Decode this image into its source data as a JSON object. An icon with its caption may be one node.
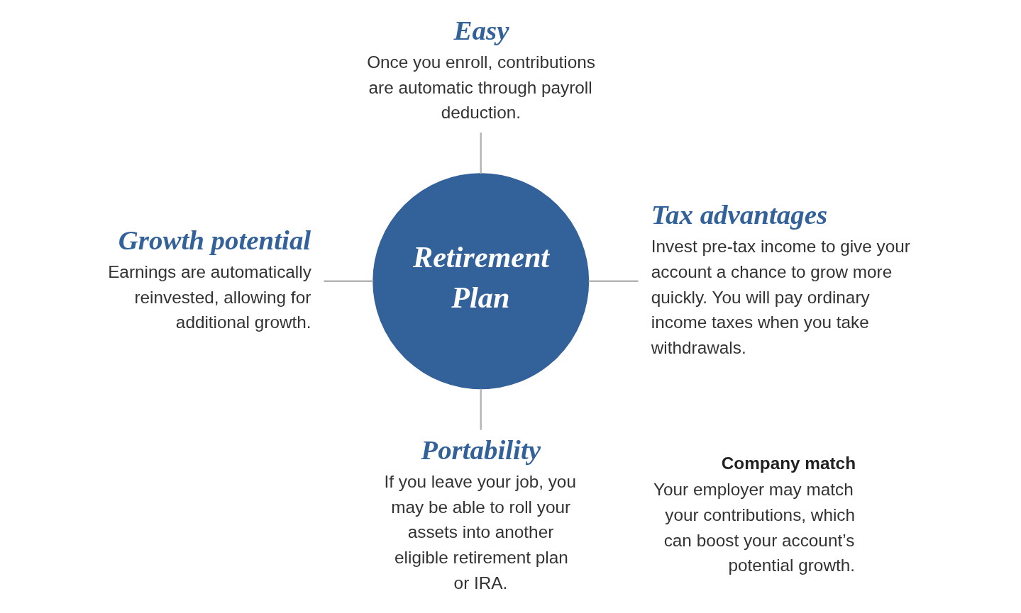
{
  "diagram": {
    "nodes": [
      {
        "text": [
          "Easy",
          "Once you enroll, contributions are automatic through payroll deduction."
        ]
      },
      {
        "text": [
          "Growth potential",
          "Earnings are automatically reinvested, allowing for additional growth."
        ]
      },
      {
        "text": [
          "Retirement Plan"
        ]
      },
      {
        "text": [
          "Tax advantages",
          "Invest pre-tax income to give your account a chance to grow more quickly. You will pay ordinary income taxes when you take withdrawals."
        ]
      },
      {
        "text": [
          "Portability",
          "If you leave your job, you may be able to roll your assets into another eligible retirement plan or IRA."
        ]
      }
    ],
    "edges": [
      {
        "from": 0,
        "to": 2,
        "arrow": "none"
      },
      {
        "from": 1,
        "to": 2,
        "arrow": "none"
      },
      {
        "from": 2,
        "to": 3,
        "arrow": "none"
      },
      {
        "from": 2,
        "to": 4,
        "arrow": "none"
      }
    ],
    "labels": [
      "Company match",
      "Your employer may match your contributions, which can boost your account’s potential growth."
    ]
  }
}
